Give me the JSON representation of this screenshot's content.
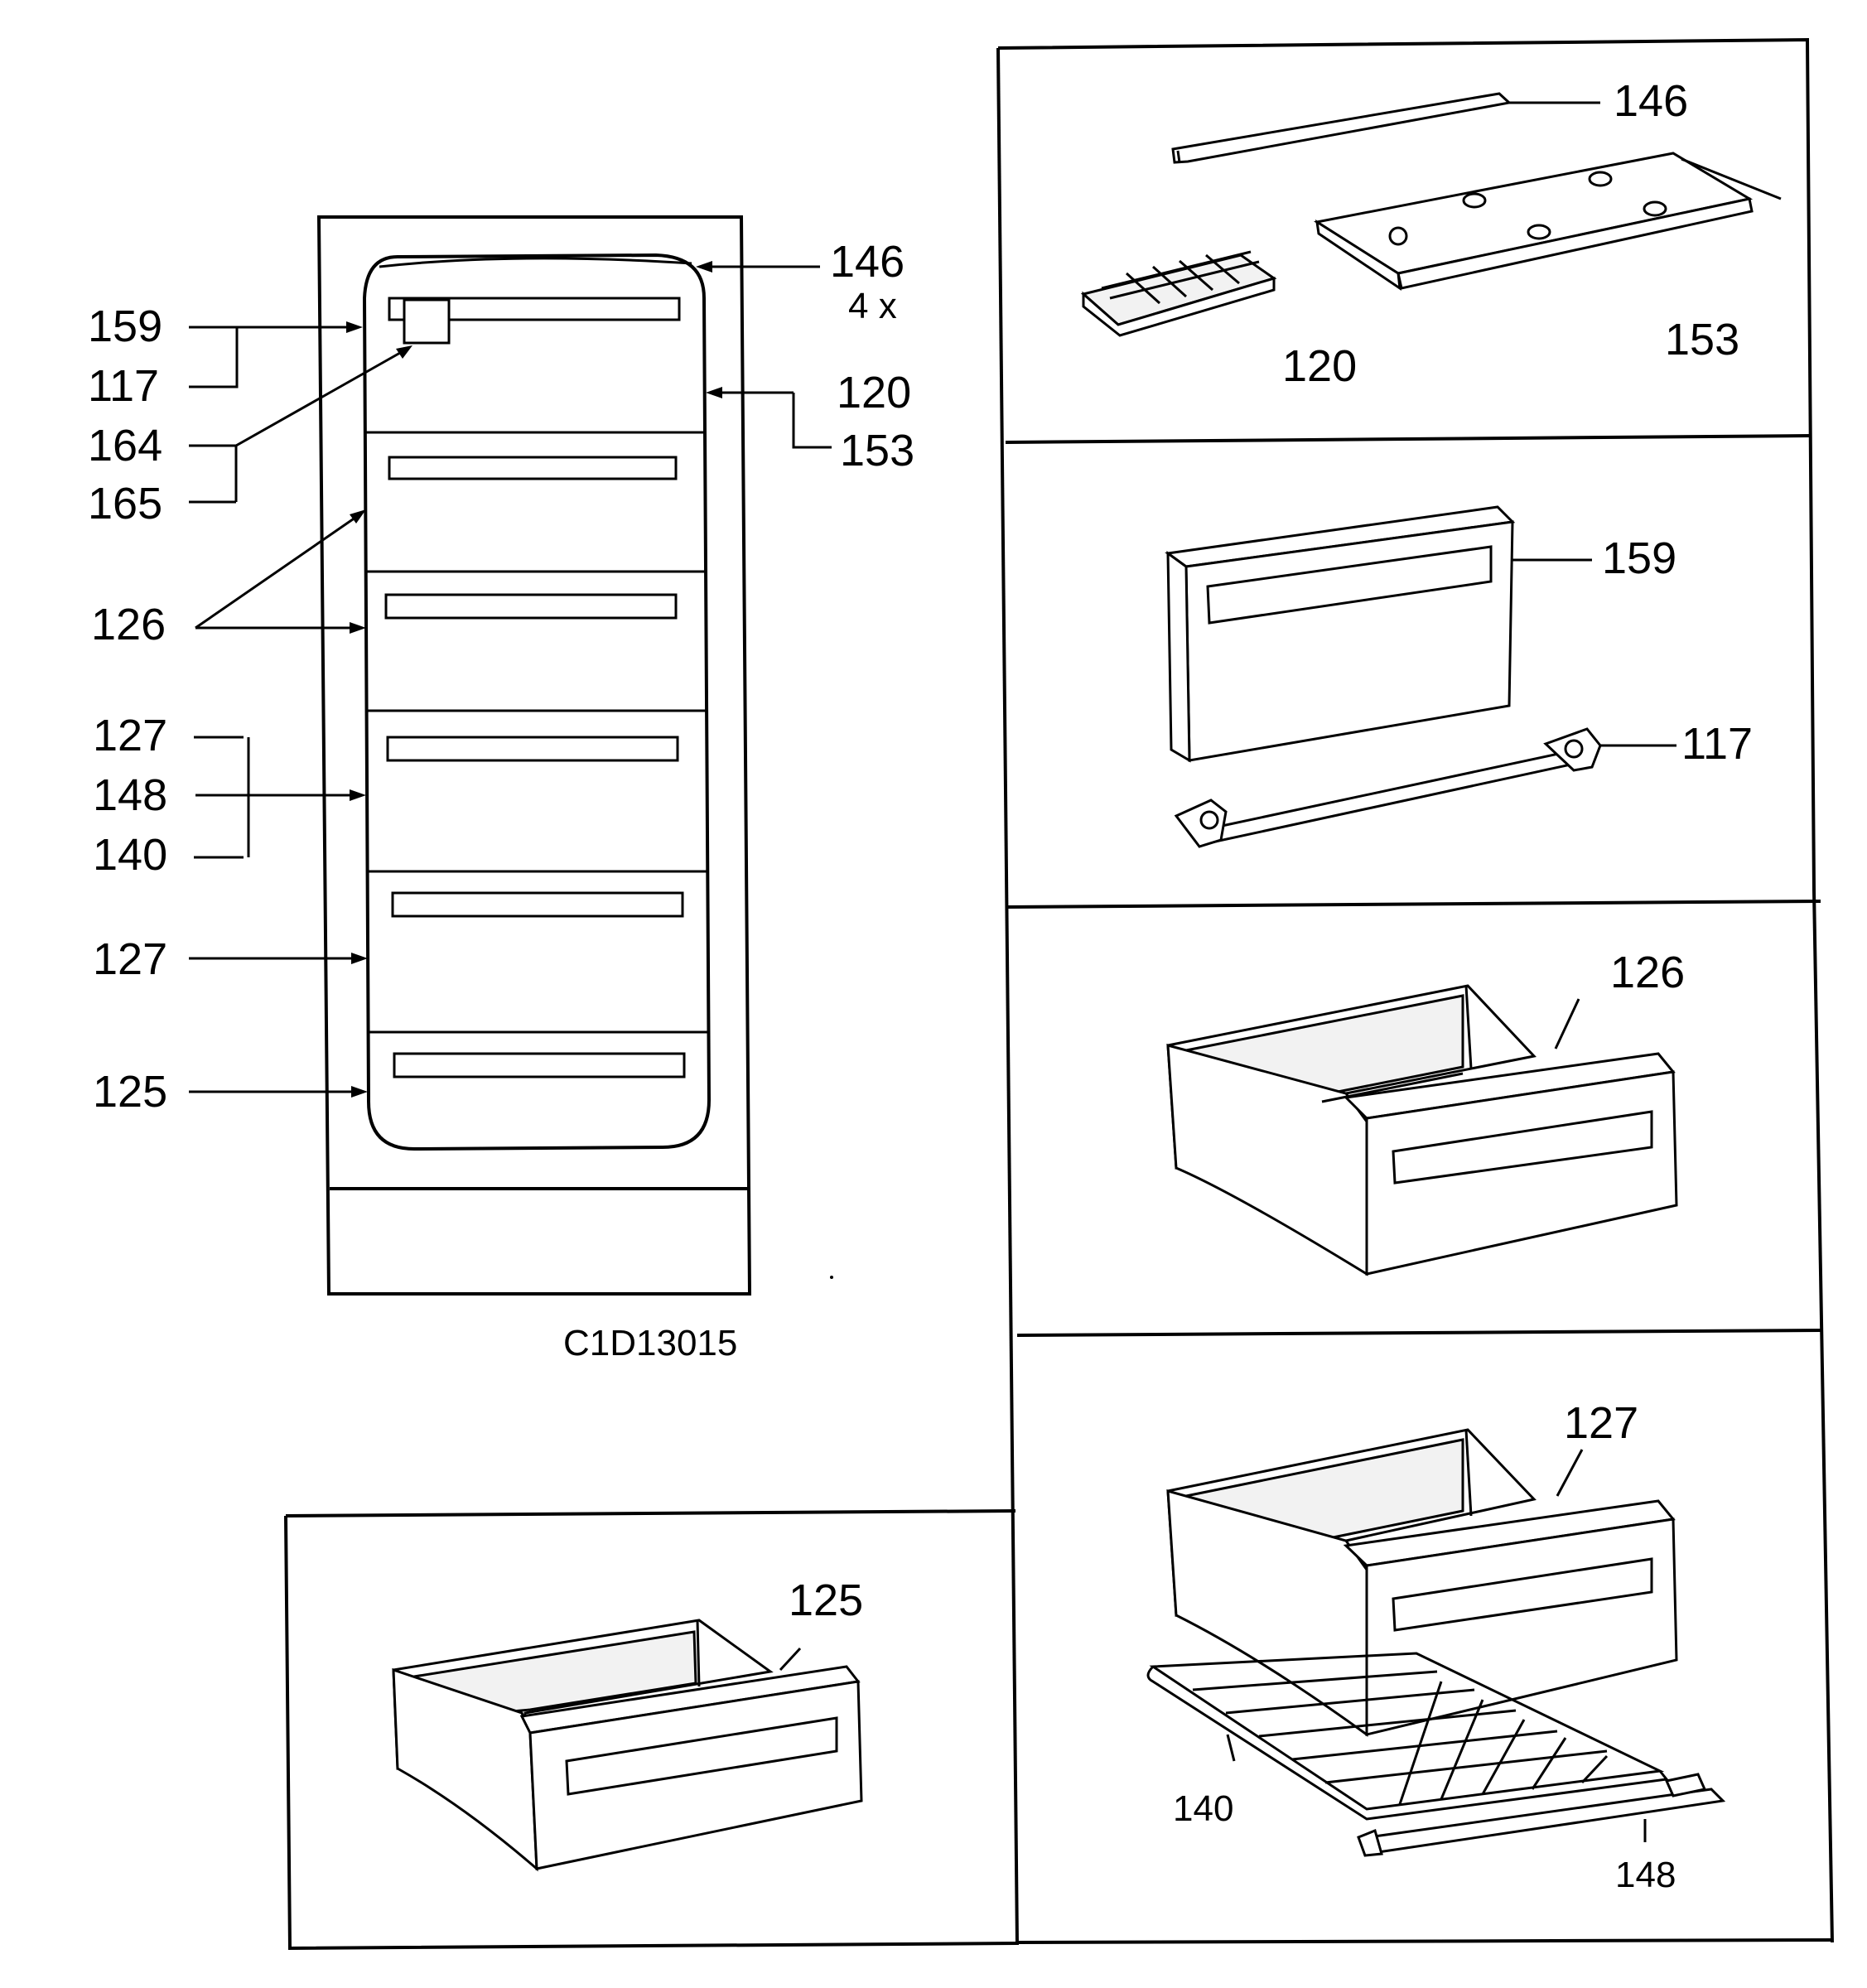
{
  "diagram_code": "C1D13015",
  "overview_labels": {
    "l159": "159",
    "l117": "117",
    "l164": "164",
    "l165": "165",
    "l126": "126",
    "l127a": "127",
    "l148": "148",
    "l140": "140",
    "l127b": "127",
    "l125": "125",
    "l146": "146",
    "l4x": "4 x",
    "l120": "120",
    "l153": "153"
  },
  "panel_icetray": {
    "l146": "146",
    "l120": "120",
    "l153": "153"
  },
  "panel_flap": {
    "l159": "159",
    "l117": "117"
  },
  "panel_drawer126": {
    "l126": "126"
  },
  "panel_drawer127": {
    "l127": "127",
    "l140": "140",
    "l148": "148"
  },
  "panel_drawer125": {
    "l125": "125"
  }
}
